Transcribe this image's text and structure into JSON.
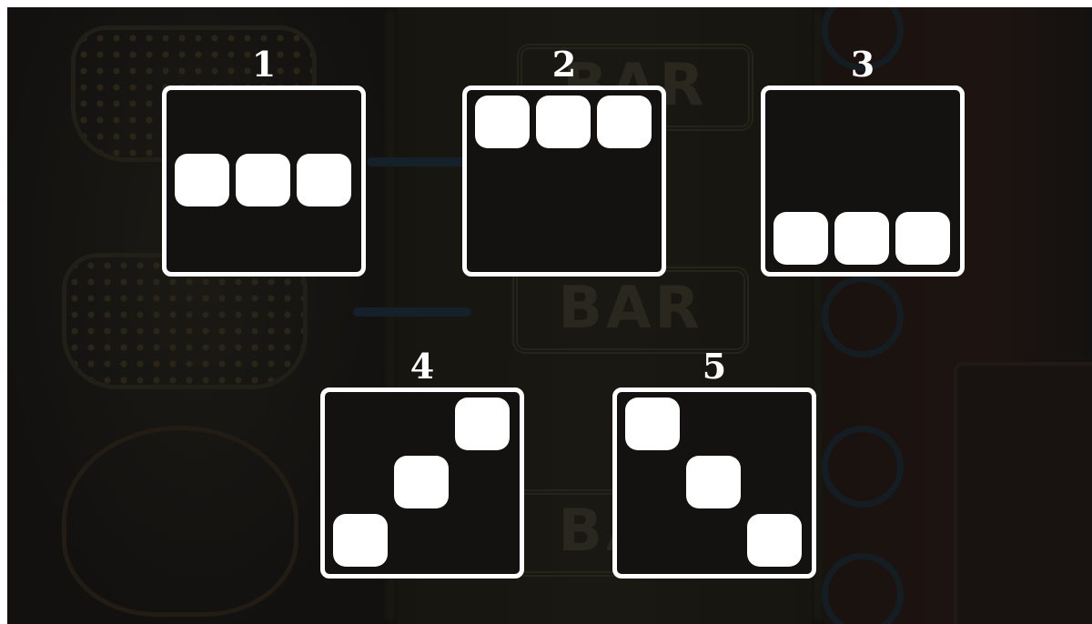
{
  "paylines": [
    {
      "number": "1",
      "pattern": [
        "middle",
        "middle",
        "middle"
      ]
    },
    {
      "number": "2",
      "pattern": [
        "top",
        "top",
        "top"
      ]
    },
    {
      "number": "3",
      "pattern": [
        "bottom",
        "bottom",
        "bottom"
      ]
    },
    {
      "number": "4",
      "pattern": [
        "bottom",
        "middle",
        "top"
      ]
    },
    {
      "number": "5",
      "pattern": [
        "top",
        "middle",
        "bottom"
      ]
    }
  ],
  "background": {
    "bar_symbol_text": "BAR"
  },
  "colors": {
    "overlay": "#141210",
    "frame": "#ffffff",
    "cell": "#ffffff"
  }
}
